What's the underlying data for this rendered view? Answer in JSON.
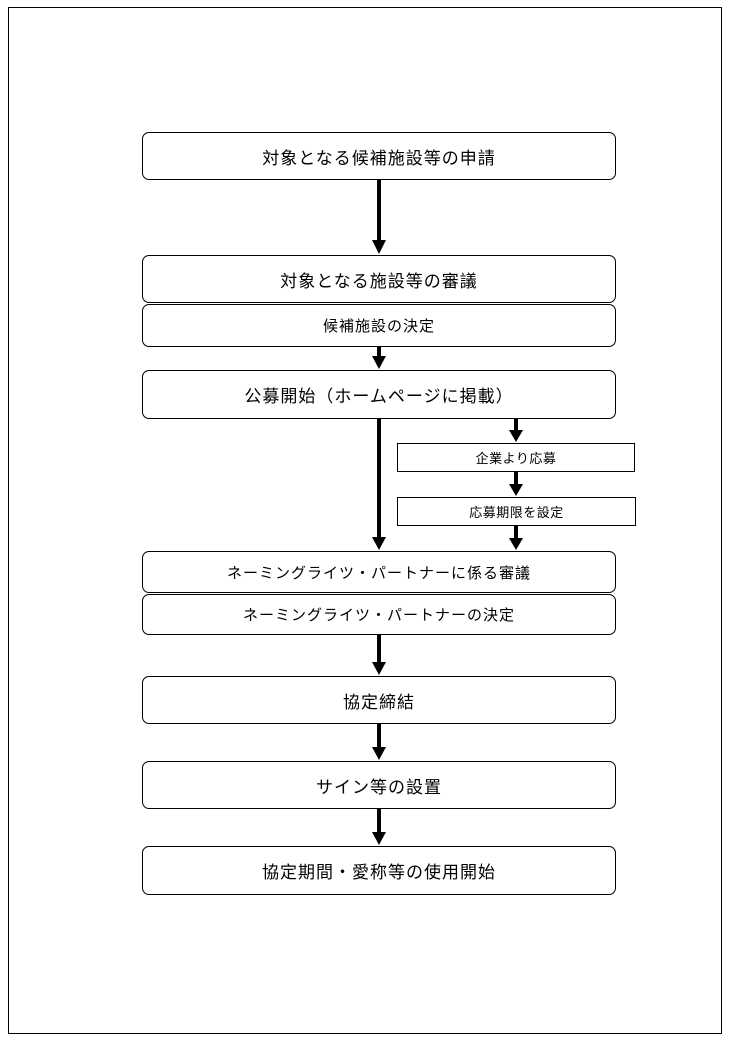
{
  "steps": {
    "apply": "対象となる候補施設等の申請",
    "deliberate_facility": "対象となる施設等の審議",
    "decide_candidate": "候補施設の決定",
    "open_recruitment": "公募開始（ホームページに掲載）",
    "company_application": "企業より応募",
    "set_deadline": "応募期限を設定",
    "deliberate_partner": "ネーミングライツ・パートナーに係る審議",
    "decide_partner": "ネーミングライツ・パートナーの決定",
    "sign_agreement": "協定締結",
    "install_signs": "サイン等の設置",
    "start_period": "協定期間・愛称等の使用開始"
  }
}
